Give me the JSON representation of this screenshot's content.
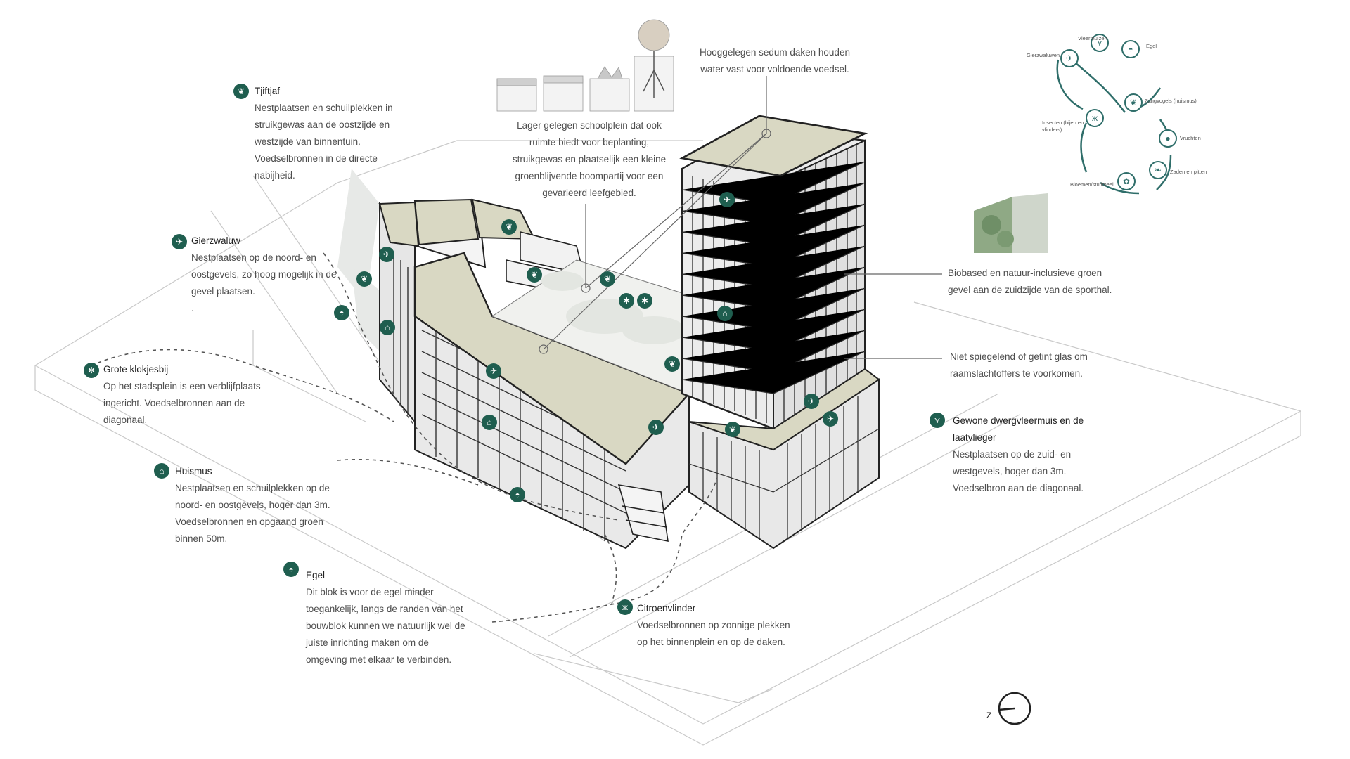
{
  "species": [
    {
      "id": "tjiftjaf",
      "icon": "bird-icon",
      "title": "Tjiftjaf",
      "lines": [
        "Nestplaatsen en schuilplekken in",
        "struikgewas aan de oostzijde en",
        "westzijde van binnentuin.",
        "Voedselbronnen in de directe",
        "nabijheid."
      ]
    },
    {
      "id": "gierzwaluw",
      "icon": "swift-icon",
      "title": "Gierzwaluw",
      "lines": [
        "Nestplaatsen op de noord- en",
        "oostgevels, zo hoog mogelijk in de",
        "gevel plaatsen.",
        "."
      ]
    },
    {
      "id": "klokjesbij",
      "icon": "bee-icon",
      "title": "Grote klokjesbij",
      "lines": [
        "Op het stadsplein is een verblijfplaats",
        "ingericht. Voedselbronnen aan de",
        "diagonaal."
      ]
    },
    {
      "id": "huismus",
      "icon": "sparrow-icon",
      "title": "Huismus",
      "lines": [
        "Nestplaatsen en schuilplekken op de",
        "noord- en oostgevels, hoger dan 3m.",
        "Voedselbronnen en opgaand groen",
        "binnen 50m."
      ]
    },
    {
      "id": "egel",
      "icon": "hedgehog-icon",
      "title": "Egel",
      "lines": [
        "Dit blok is voor de egel minder",
        "toegankelijk, langs de randen van het",
        "bouwblok kunnen we natuurlijk wel de",
        "juiste inrichting maken om de",
        "omgeving met elkaar te verbinden."
      ]
    },
    {
      "id": "citroenvlinder",
      "icon": "butterfly-icon",
      "title": "Citroenvlinder",
      "lines": [
        "Voedselbronnen op zonnige plekken",
        "op het binnenplein en op de daken."
      ]
    },
    {
      "id": "dwergvleermuis",
      "icon": "bat-icon",
      "title": "Gewone dwergvleermuis en de laatvlieger",
      "lines": [
        "Nestplaatsen op de zuid- en",
        "westgevels, hoger dan 3m.",
        "Voedselbron aan de diagonaal."
      ]
    }
  ],
  "notes": {
    "sedum": [
      "Hooggelegen sedum daken houden",
      "water vast voor voldoende voedsel."
    ],
    "schoolplein": [
      "Lager gelegen schoolplein dat ook",
      "ruimte biedt voor beplanting,",
      "struikgewas en plaatselijk een kleine",
      "groenblijvende boompartij voor een",
      "gevarieerd leefgebied."
    ],
    "gevel": [
      "Biobased en natuur-inclusieve groen",
      "gevel aan de zuidzijde van de",
      "sporthal."
    ],
    "glas": [
      "Niet spiegelend of getint glas om",
      "raamslachtoffers te voorkomen."
    ]
  },
  "cycle": {
    "nodes": [
      "Vleermuizen",
      "Egel",
      "Gierzwaluwen",
      "Zangvogels (huismus)",
      "Insecten (bijen en vlinders)",
      "Vruchten",
      "Zaden en pitten",
      "Bloemen/stuifmeel"
    ]
  },
  "compass": {
    "letter": "Z"
  },
  "colors": {
    "accent": "#1f5e4f",
    "roof": "#d9d8c3",
    "cycle": "#2f6e6a"
  }
}
